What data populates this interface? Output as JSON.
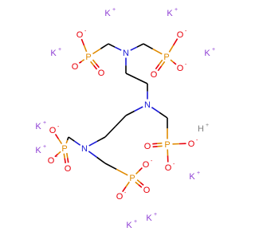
{
  "colors": {
    "background": "#ffffff",
    "carbon": "#000000",
    "nitrogen": "#1a1ad6",
    "phosphorus": "#e08a00",
    "oxygen": "#e8000b",
    "potassium": "#8f40d4",
    "hydrogen": "#808080"
  },
  "structure": {
    "atoms": [
      {
        "symbol": "N",
        "charge": ""
      },
      {
        "symbol": "N",
        "charge": ""
      },
      {
        "symbol": "N",
        "charge": ""
      },
      {
        "symbol": "P",
        "charge": ""
      },
      {
        "symbol": "P",
        "charge": ""
      },
      {
        "symbol": "P",
        "charge": ""
      },
      {
        "symbol": "P",
        "charge": ""
      },
      {
        "symbol": "P",
        "charge": ""
      },
      {
        "symbol": "O",
        "charge": "-"
      },
      {
        "symbol": "O",
        "charge": "-"
      },
      {
        "symbol": "O",
        "charge": ""
      },
      {
        "symbol": "O",
        "charge": "-"
      },
      {
        "symbol": "O",
        "charge": "-"
      },
      {
        "symbol": "O",
        "charge": ""
      },
      {
        "symbol": "O",
        "charge": "-"
      },
      {
        "symbol": "O",
        "charge": "-"
      },
      {
        "symbol": "O",
        "charge": ""
      },
      {
        "symbol": "O",
        "charge": "-"
      },
      {
        "symbol": "O",
        "charge": "-"
      },
      {
        "symbol": "O",
        "charge": ""
      },
      {
        "symbol": "O",
        "charge": "-"
      },
      {
        "symbol": "O",
        "charge": "-"
      },
      {
        "symbol": "O",
        "charge": ""
      }
    ],
    "counterions": [
      {
        "symbol": "K",
        "charge": "+"
      },
      {
        "symbol": "K",
        "charge": "+"
      },
      {
        "symbol": "K",
        "charge": "+"
      },
      {
        "symbol": "K",
        "charge": "+"
      },
      {
        "symbol": "K",
        "charge": "+"
      },
      {
        "symbol": "K",
        "charge": "+"
      },
      {
        "symbol": "K",
        "charge": "+"
      },
      {
        "symbol": "K",
        "charge": "+"
      },
      {
        "symbol": "K",
        "charge": "+"
      },
      {
        "symbol": "H",
        "charge": "+"
      }
    ]
  }
}
